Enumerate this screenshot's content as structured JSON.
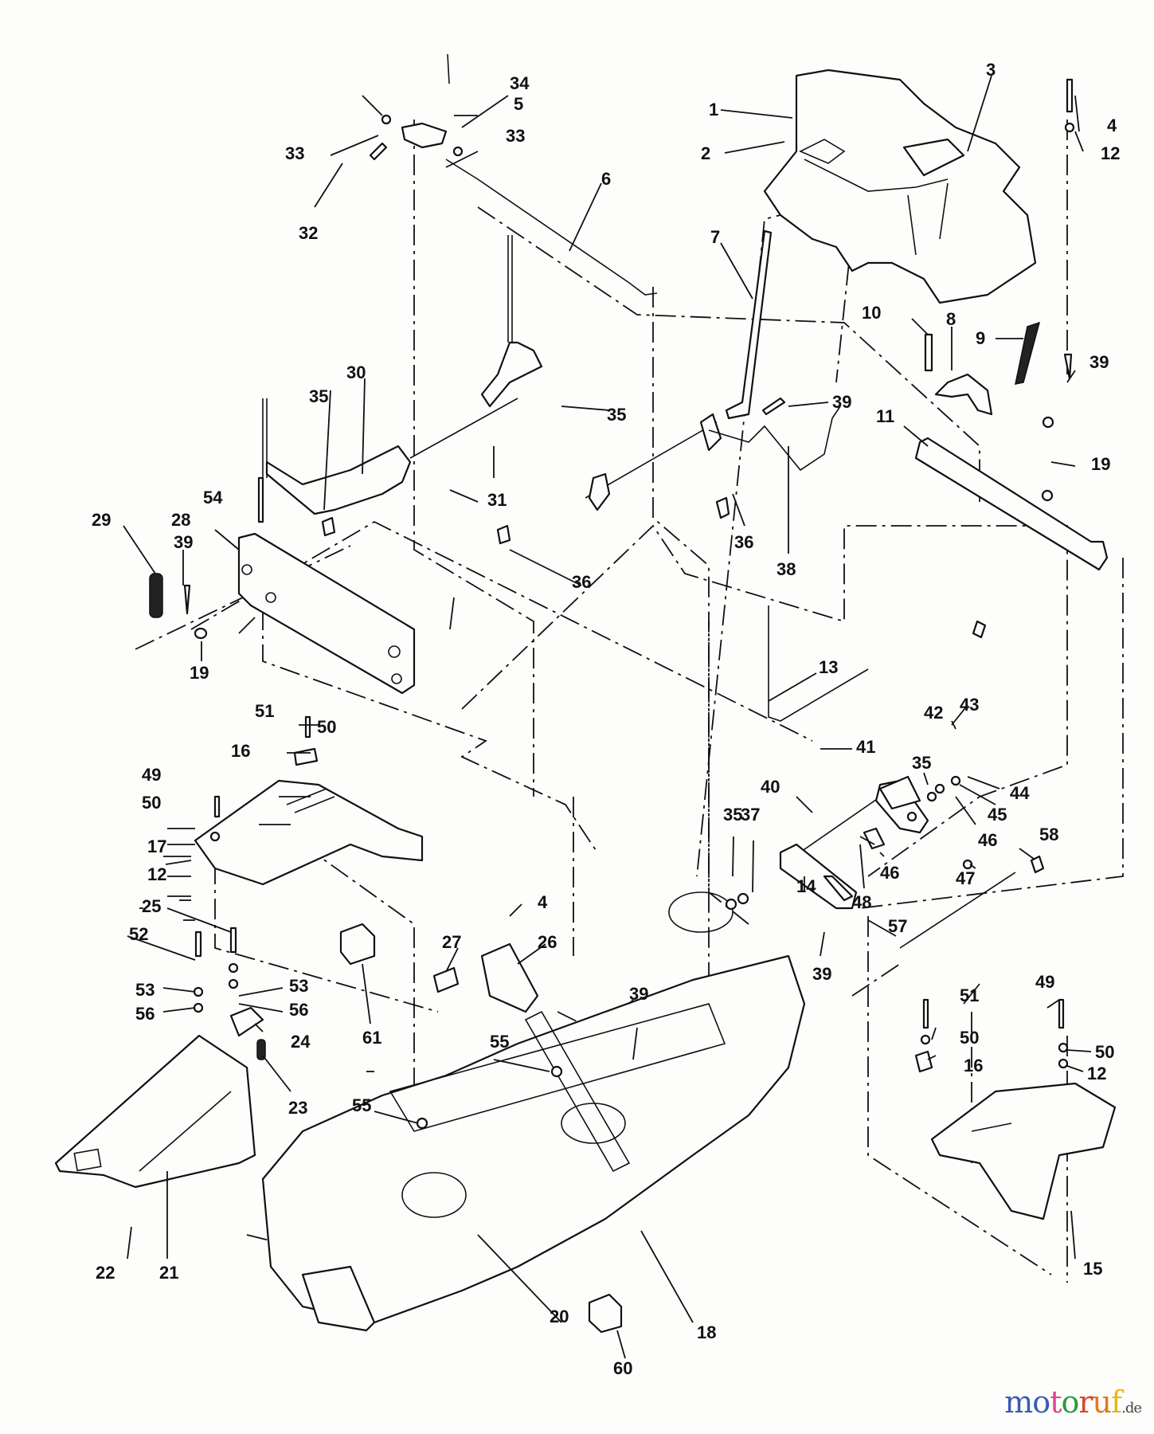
{
  "diagram": {
    "title": "Mower deck exploded parts diagram",
    "callouts": [
      {
        "id": "c1",
        "text": "1"
      },
      {
        "id": "c2",
        "text": "2"
      },
      {
        "id": "c3",
        "text": "3"
      },
      {
        "id": "c4a",
        "text": "4"
      },
      {
        "id": "c4b",
        "text": "4"
      },
      {
        "id": "c5",
        "text": "5"
      },
      {
        "id": "c6",
        "text": "6"
      },
      {
        "id": "c7",
        "text": "7"
      },
      {
        "id": "c8",
        "text": "8"
      },
      {
        "id": "c9",
        "text": "9"
      },
      {
        "id": "c10",
        "text": "10"
      },
      {
        "id": "c11",
        "text": "11"
      },
      {
        "id": "c12a",
        "text": "12"
      },
      {
        "id": "c12b",
        "text": "12"
      },
      {
        "id": "c12c",
        "text": "12"
      },
      {
        "id": "c13",
        "text": "13"
      },
      {
        "id": "c14",
        "text": "14"
      },
      {
        "id": "c15",
        "text": "15"
      },
      {
        "id": "c16a",
        "text": "16"
      },
      {
        "id": "c16b",
        "text": "16"
      },
      {
        "id": "c17",
        "text": "17"
      },
      {
        "id": "c18",
        "text": "18"
      },
      {
        "id": "c19a",
        "text": "19"
      },
      {
        "id": "c19b",
        "text": "19"
      },
      {
        "id": "c20",
        "text": "20"
      },
      {
        "id": "c21",
        "text": "21"
      },
      {
        "id": "c22",
        "text": "22"
      },
      {
        "id": "c23",
        "text": "23"
      },
      {
        "id": "c24",
        "text": "24"
      },
      {
        "id": "c25",
        "text": "25"
      },
      {
        "id": "c26",
        "text": "26"
      },
      {
        "id": "c27",
        "text": "27"
      },
      {
        "id": "c28",
        "text": "28"
      },
      {
        "id": "c29",
        "text": "29"
      },
      {
        "id": "c30",
        "text": "30"
      },
      {
        "id": "c31",
        "text": "31"
      },
      {
        "id": "c32",
        "text": "32"
      },
      {
        "id": "c33a",
        "text": "33"
      },
      {
        "id": "c33b",
        "text": "33"
      },
      {
        "id": "c34",
        "text": "34"
      },
      {
        "id": "c35a",
        "text": "35"
      },
      {
        "id": "c35b",
        "text": "35"
      },
      {
        "id": "c35c",
        "text": "35"
      },
      {
        "id": "c35d",
        "text": "35"
      },
      {
        "id": "c36a",
        "text": "36"
      },
      {
        "id": "c36b",
        "text": "36"
      },
      {
        "id": "c37",
        "text": "37"
      },
      {
        "id": "c38",
        "text": "38"
      },
      {
        "id": "c39a",
        "text": "39"
      },
      {
        "id": "c39b",
        "text": "39"
      },
      {
        "id": "c39c",
        "text": "39"
      },
      {
        "id": "c39d",
        "text": "39"
      },
      {
        "id": "c39e",
        "text": "39"
      },
      {
        "id": "c40",
        "text": "40"
      },
      {
        "id": "c41",
        "text": "41"
      },
      {
        "id": "c42",
        "text": "42"
      },
      {
        "id": "c43",
        "text": "43"
      },
      {
        "id": "c44",
        "text": "44"
      },
      {
        "id": "c45",
        "text": "45"
      },
      {
        "id": "c46a",
        "text": "46"
      },
      {
        "id": "c46b",
        "text": "46"
      },
      {
        "id": "c47",
        "text": "47"
      },
      {
        "id": "c48",
        "text": "48"
      },
      {
        "id": "c49a",
        "text": "49"
      },
      {
        "id": "c49b",
        "text": "49"
      },
      {
        "id": "c50a",
        "text": "50"
      },
      {
        "id": "c50b",
        "text": "50"
      },
      {
        "id": "c50c",
        "text": "50"
      },
      {
        "id": "c50d",
        "text": "50"
      },
      {
        "id": "c51a",
        "text": "51"
      },
      {
        "id": "c51b",
        "text": "51"
      },
      {
        "id": "c52",
        "text": "52"
      },
      {
        "id": "c53a",
        "text": "53"
      },
      {
        "id": "c53b",
        "text": "53"
      },
      {
        "id": "c54",
        "text": "54"
      },
      {
        "id": "c55a",
        "text": "55"
      },
      {
        "id": "c55b",
        "text": "55"
      },
      {
        "id": "c56a",
        "text": "56"
      },
      {
        "id": "c56b",
        "text": "56"
      },
      {
        "id": "c57",
        "text": "57"
      },
      {
        "id": "c58",
        "text": "58"
      },
      {
        "id": "c60",
        "text": "60"
      },
      {
        "id": "c61",
        "text": "61"
      }
    ]
  },
  "watermark": {
    "brand": "motoruf",
    "suffix": ".de",
    "colors": [
      "#3a5bb0",
      "#3a5bb0",
      "#e0468c",
      "#2a9a3a",
      "#d9452b",
      "#e27a1a",
      "#e8b51a"
    ]
  }
}
